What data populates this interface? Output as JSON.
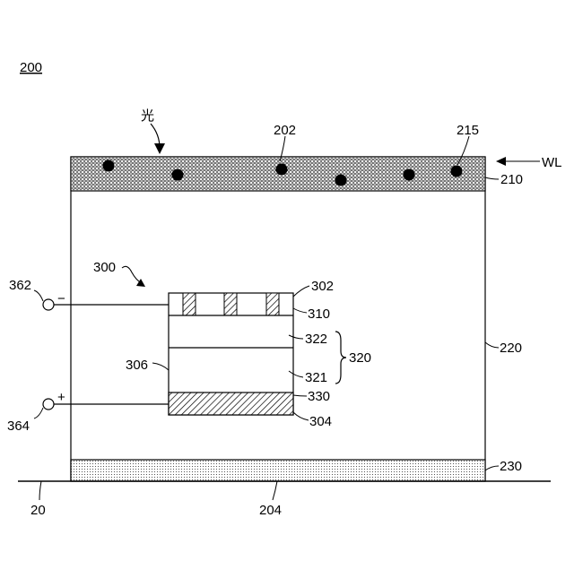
{
  "figure_label": "200",
  "light_label": "光",
  "labels": {
    "l202": "202",
    "l215": "215",
    "lWL": "WL",
    "l210": "210",
    "l220": "220",
    "l300": "300",
    "l302": "302",
    "l310": "310",
    "l322": "322",
    "l320": "320",
    "l321": "321",
    "l306": "306",
    "l330": "330",
    "l304": "304",
    "l230": "230",
    "l204": "204",
    "l20": "20",
    "l362": "362",
    "l364": "364"
  },
  "terminals": {
    "negative": "−",
    "positive": "+"
  },
  "colors": {
    "line": "#000000",
    "background": "#ffffff"
  }
}
